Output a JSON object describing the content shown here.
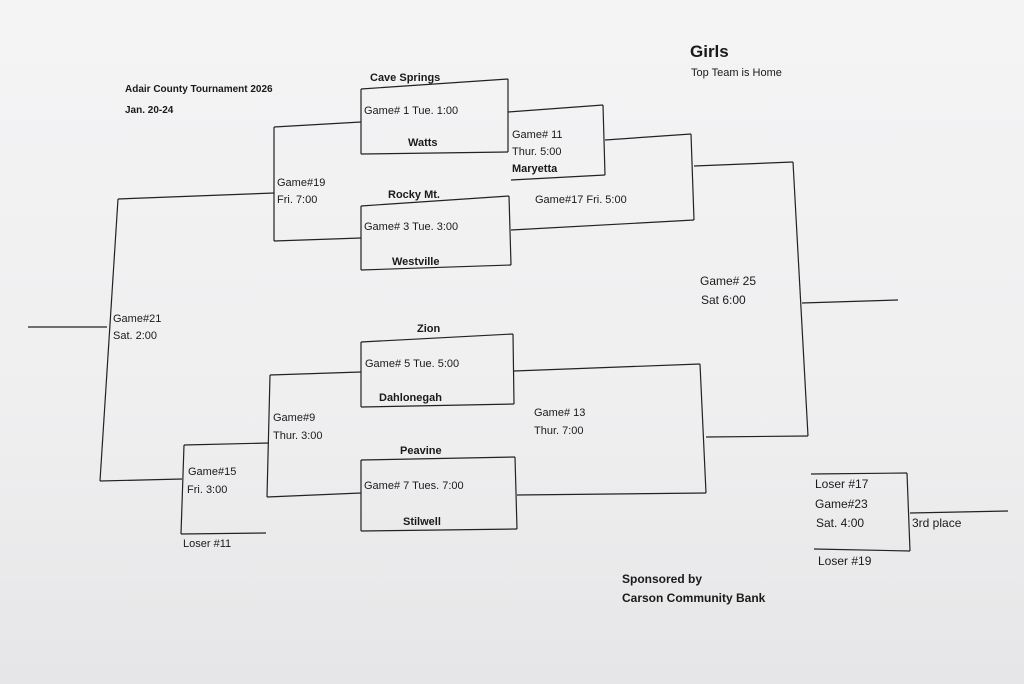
{
  "header": {
    "tournament": "Adair County Tournament 2026",
    "dates": "Jan. 20-24",
    "division": "Girls",
    "home_note": "Top Team is Home"
  },
  "games": {
    "g1": {
      "label": "Game#  1 Tue. 1:00",
      "top": "Cave Springs",
      "bottom": "Watts"
    },
    "g3": {
      "label": "Game# 3 Tue. 3:00",
      "top": "Rocky Mt.",
      "bottom": "Westville"
    },
    "g5": {
      "label": "Game# 5 Tue. 5:00",
      "top": "Zion",
      "bottom": "Dahlonegah"
    },
    "g7": {
      "label": "Game# 7 Tues. 7:00",
      "top": "Peavine",
      "bottom": "Stilwell"
    },
    "g11": {
      "num": "Game# 11",
      "time": "Thur. 5:00",
      "team": "Maryetta"
    },
    "g17": {
      "label": "Game#17 Fri. 5:00"
    },
    "g19": {
      "num": "Game#19",
      "time": "Fri. 7:00"
    },
    "g21": {
      "num": "Game#21",
      "time": "Sat. 2:00"
    },
    "g9": {
      "num": "Game#9",
      "time": "Thur. 3:00"
    },
    "g13": {
      "num": "Game# 13",
      "time": "Thur. 7:00"
    },
    "g15": {
      "num": "Game#15",
      "time": "Fri. 3:00",
      "loser": "Loser #11"
    },
    "g25": {
      "num": "Game# 25",
      "time": "Sat 6:00"
    },
    "g23": {
      "top": "Loser #17",
      "num": "Game#23",
      "time": "Sat. 4:00",
      "bottom": "Loser #19",
      "place": "3rd place"
    }
  },
  "sponsor": {
    "line1": "Sponsored by",
    "line2": "Carson Community Bank"
  }
}
